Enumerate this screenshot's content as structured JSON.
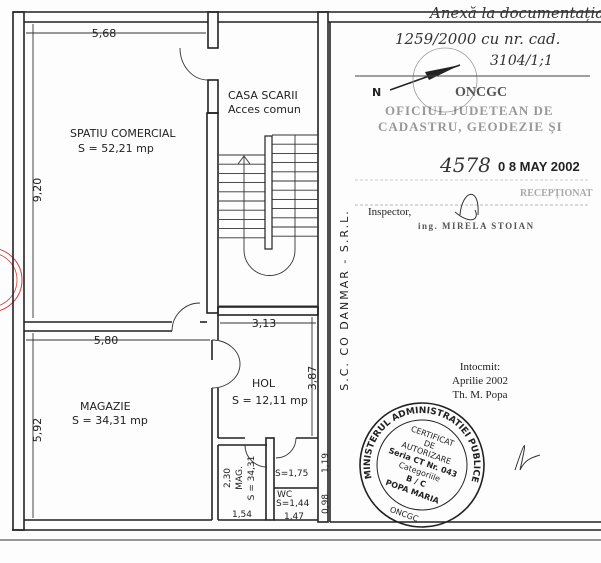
{
  "rooms": {
    "spatiu_comercial": {
      "name": "SPATIU COMERCIAL",
      "area": "S = 52,21 mp",
      "width": "5,68",
      "length": "9,20"
    },
    "casa_scarii": {
      "name": "CASA SCARII",
      "note": "Acces comun"
    },
    "magazie": {
      "name": "MAGAZIE",
      "area": "S = 34,31 mp",
      "width": "5,80",
      "length": "5,92"
    },
    "hol": {
      "name": "HOL",
      "area": "S = 12,11 mp",
      "width": "3,13",
      "length": "3,87"
    },
    "mag_small": {
      "name": "MAG.",
      "area": "S = 34,31",
      "width": "1,54",
      "length": "2,30"
    },
    "room_175": {
      "area": "S=1,75",
      "length": "1,19"
    },
    "wc": {
      "name": "WC",
      "area": "S=1,44",
      "width": "1,47",
      "length": "0,98"
    }
  },
  "neighbor": "S.C. CO DANMAR - S.R.L.",
  "annotation_handwritten": {
    "line1": "Anexă la documentația",
    "line2": "1259/2000 cu nr. cad.",
    "line3": "3104/1;1"
  },
  "north_label": "N",
  "oncgc_stamp": {
    "seal": "ONCGC",
    "line1": "OFICIUL JUDETEAN DE",
    "line2": "CADASTRU, GEODEZIE ŞI",
    "number": "4578",
    "date": "0 8 MAY 2002",
    "status": "RECEPȚIONAT",
    "inspector_label": "Inspector,",
    "inspector_name": "ing. MIRELA STOIAN"
  },
  "author": {
    "line1": "Intocmit:",
    "line2": "Aprilie 2002",
    "line3": "Th. M. Popa"
  },
  "authorization_stamp": {
    "ring": "MINISTERUL ADMINISTRATIEI PUBLICE",
    "line1": "CERTIFICAT",
    "line2": "DE",
    "line3": "AUTORIZARE",
    "line4": "Seria CT Nr. 043",
    "line5": "Categoriile",
    "line6": "B / C",
    "line7": "POPA MARIA",
    "bottom": "ONCGC"
  },
  "colors": {
    "ink": "#222222",
    "red_stamp": "#d04040"
  }
}
